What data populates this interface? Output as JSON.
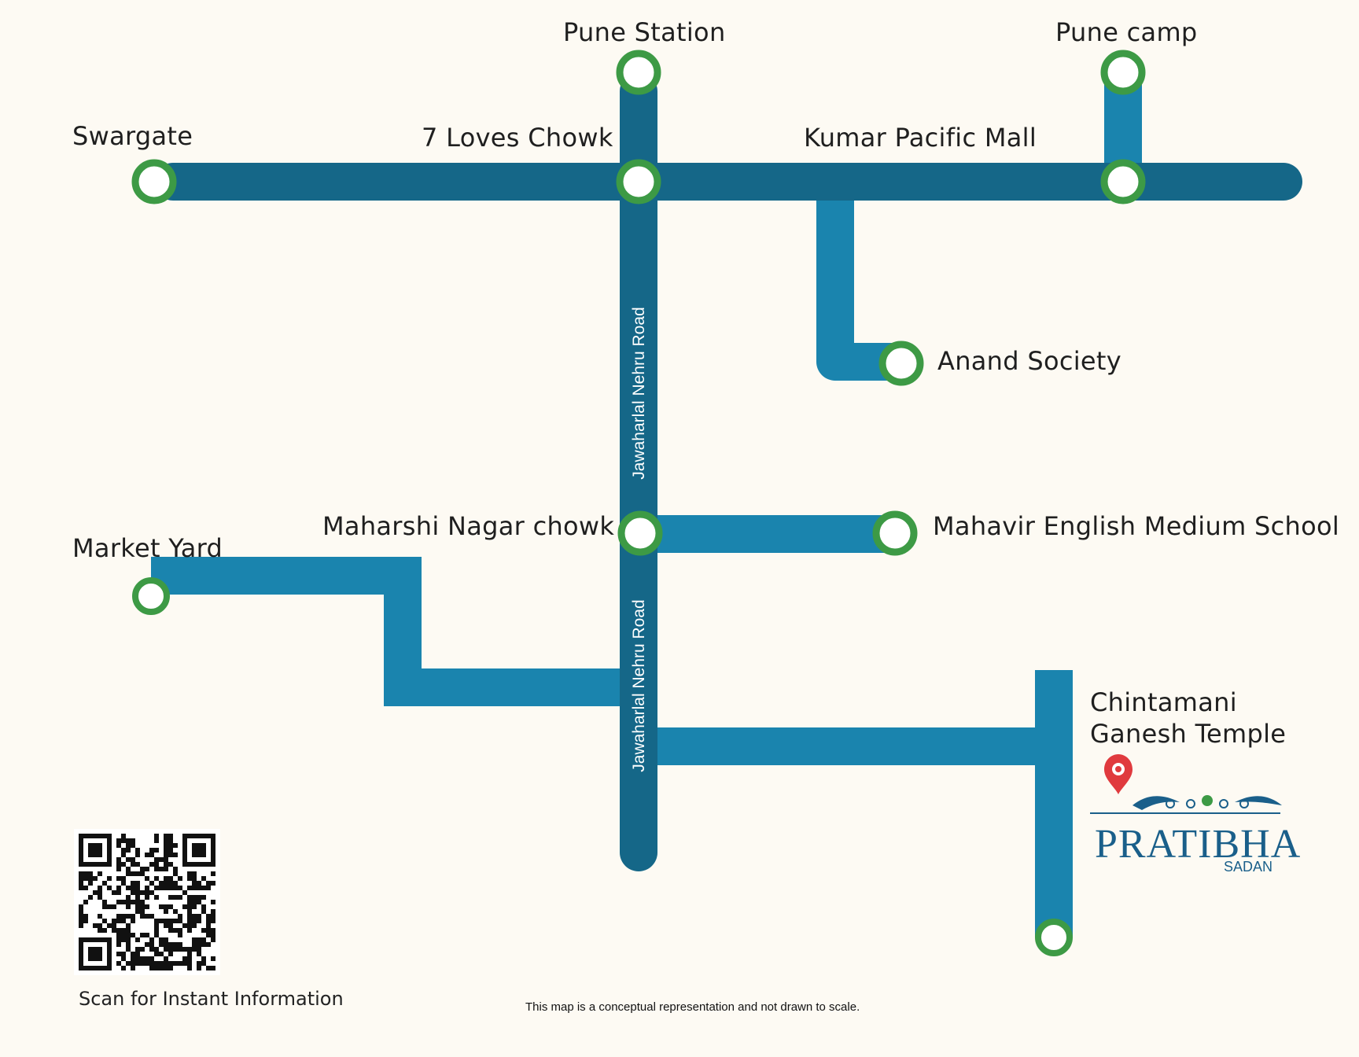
{
  "stations": {
    "pune_station": "Pune Station",
    "pune_camp": "Pune camp",
    "swargate": "Swargate",
    "seven_loves_chowk": "7 Loves Chowk",
    "kumar_pacific_mall": "Kumar Pacific Mall",
    "anand_society": "Anand Society",
    "maharshi_nagar_chowk": "Maharshi Nagar chowk",
    "market_yard": "Market Yard",
    "mahavir_school": "Mahavir English Medium School",
    "chintamani_line1": "Chintamani",
    "chintamani_line2": "Ganesh Temple"
  },
  "roads": {
    "upper": "Jawaharlal Nehru Road",
    "lower": "Jawaharlal Nehru Road"
  },
  "qr": {
    "caption": "Scan for Instant Information"
  },
  "disclaimer": "This map is a conceptual representation and not drawn to scale.",
  "logo": {
    "name": "PRATIBHA",
    "sub": "SADAN"
  },
  "colors": {
    "main_line": "#156788",
    "branch_line": "#1a84ae",
    "station_ring": "#3d9a45",
    "pin": "#e03a3e",
    "background": "#fdfaf3"
  }
}
